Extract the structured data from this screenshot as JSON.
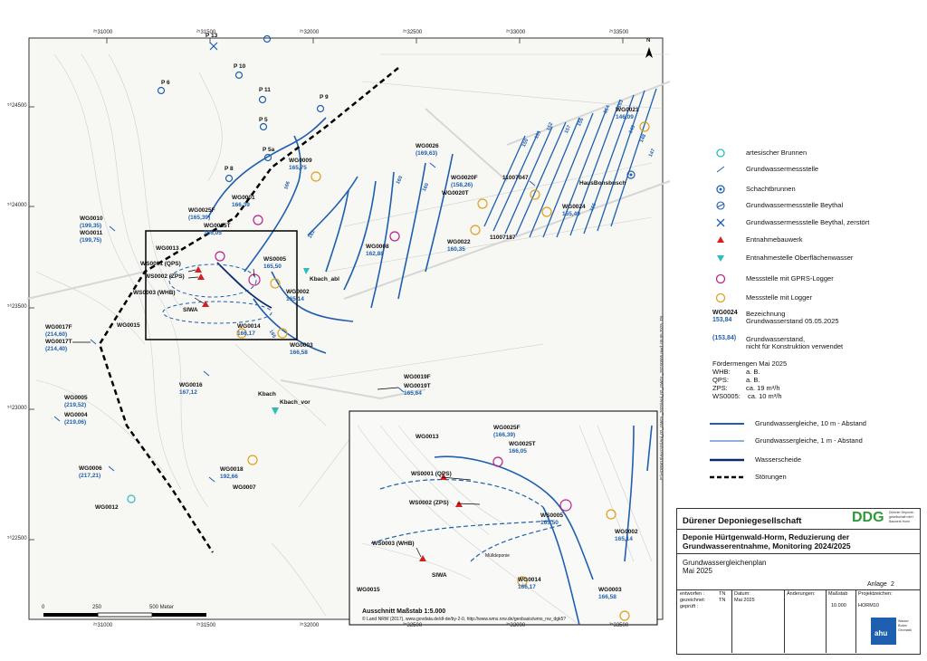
{
  "map": {
    "coords_x": [
      "²⁵31000",
      "²⁵31500",
      "²⁵32000",
      "²⁵32500",
      "²⁵33000",
      "²⁵33500"
    ],
    "coords_y": [
      "⁵⁶24500",
      "⁵⁶24000",
      "⁵⁶23500",
      "⁵⁶23000",
      "⁵⁶22500"
    ],
    "north": "N",
    "scale_labels": [
      "0",
      "250",
      "500 Meter"
    ],
    "wells": [
      {
        "name": "P 13"
      },
      {
        "name": "P 10"
      },
      {
        "name": "P 6"
      },
      {
        "name": "P 11"
      },
      {
        "name": "P 9"
      },
      {
        "name": "P 5"
      },
      {
        "name": "P 5a"
      },
      {
        "name": "P 8"
      },
      {
        "name": "WG0021",
        "value": "146,09"
      },
      {
        "name": "WG0026",
        "value": "(169,63)"
      },
      {
        "name": "WG0009",
        "value": "165,75"
      },
      {
        "name": "WG0020F",
        "value": "(158,26)"
      },
      {
        "name": "WG0020T",
        "value": ""
      },
      {
        "name": "11007047",
        "value": ""
      },
      {
        "name": "HausBonsbusch",
        "value": ""
      },
      {
        "name": "WG0024",
        "value": "155,49"
      },
      {
        "name": "WG0001",
        "value": "166,39"
      },
      {
        "name": "WG0025F",
        "value": "(165,39)"
      },
      {
        "name": "WG0025T",
        "value": "166,05"
      },
      {
        "name": "WG0010",
        "value": "(199,35)"
      },
      {
        "name": "WG0011",
        "value": "(199,75)"
      },
      {
        "name": "WG0013",
        "value": ""
      },
      {
        "name": "WG0008",
        "value": "162,88"
      },
      {
        "name": "WG0022",
        "value": "160,35"
      },
      {
        "name": "11007187",
        "value": ""
      },
      {
        "name": "WS0001 (QPS)",
        "value": ""
      },
      {
        "name": "WS0005",
        "value": "165,50"
      },
      {
        "name": "WS0002 (ZPS)",
        "value": ""
      },
      {
        "name": "Kbach_abl",
        "value": ""
      },
      {
        "name": "WG0002",
        "value": "165,14"
      },
      {
        "name": "WS0003 (WHB)",
        "value": ""
      },
      {
        "name": "SIWA",
        "value": ""
      },
      {
        "name": "WG0015",
        "value": ""
      },
      {
        "name": "WG0014",
        "value": "166,17"
      },
      {
        "name": "WG0017F",
        "value": "(214,60)"
      },
      {
        "name": "WG0017T",
        "value": "(214,40)"
      },
      {
        "name": "WG0003",
        "value": "166,58"
      },
      {
        "name": "WG0016",
        "value": "167,12"
      },
      {
        "name": "WG0019F",
        "value": ""
      },
      {
        "name": "WG0019T",
        "value": "165,64"
      },
      {
        "name": "Kbach",
        "value": ""
      },
      {
        "name": "Kbach_vor",
        "value": ""
      },
      {
        "name": "WG0005",
        "value": "(219,52)"
      },
      {
        "name": "WG0004",
        "value": "(219,06)"
      },
      {
        "name": "WG0006",
        "value": "(217,21)"
      },
      {
        "name": "WG0018",
        "value": "192,66"
      },
      {
        "name": "WG0007",
        "value": ""
      },
      {
        "name": "WG0012",
        "value": ""
      }
    ],
    "contour_labels": [
      "166",
      "165",
      "161",
      "157",
      "156",
      "155",
      "154",
      "153",
      "152",
      "151",
      "150",
      "149",
      "148",
      "147",
      "160",
      "160"
    ],
    "inset": {
      "caption": "Ausschnitt Maßstab 1:5.000",
      "copyright": "© Land NRW (2017), www.govdata.de/dl-de/by-2-0, http://www.wms.nrw.de/geobasis/wms_nw_dgk5?",
      "labels": [
        {
          "name": "WG0025F",
          "value": "(166,39)"
        },
        {
          "name": "WG0025T",
          "value": "166,05"
        },
        {
          "name": "WG0013",
          "value": ""
        },
        {
          "name": "WS0001 (QPS)",
          "value": ""
        },
        {
          "name": "WS0002 (ZPS)",
          "value": ""
        },
        {
          "name": "WS0005",
          "value": "165,50"
        },
        {
          "name": "WG0002",
          "value": "165,14"
        },
        {
          "name": "WS0003 (WHB)",
          "value": ""
        },
        {
          "name": "SIWA",
          "value": ""
        },
        {
          "name": "WG0014",
          "value": "166,17"
        },
        {
          "name": "WG0003",
          "value": "166,58"
        },
        {
          "name": "WG0015",
          "value": ""
        },
        {
          "name": "Mülldeponie",
          "value": ""
        }
      ]
    }
  },
  "legend": {
    "items": [
      {
        "symbol": "circle-cyan",
        "label": "artesischer Brunnen"
      },
      {
        "symbol": "line-blue-thin",
        "label": "Grundwassermessstelle"
      },
      {
        "symbol": "circle-dot-blue",
        "label": "Schachtbrunnen"
      },
      {
        "symbol": "circle-line-blue",
        "label": "Grundwassermessstelle Beythal"
      },
      {
        "symbol": "x-blue",
        "label": "Grundwassermessstelle Beythal, zerstört"
      },
      {
        "symbol": "triangle-red",
        "label": "Entnahmebauwerk"
      },
      {
        "symbol": "triangle-cyan",
        "label": "Entnahmestelle Oberflächenwasser"
      },
      {
        "symbol": "circle-magenta",
        "label": "Messstelle mit GPRS-Logger"
      },
      {
        "symbol": "circle-orange",
        "label": "Messstelle mit Logger"
      }
    ],
    "sample_name": "WG0024",
    "sample_value": "153,84",
    "sample_desc": [
      "Bezeichnung",
      "Grundwasserstand 05.05.2025"
    ],
    "sample_value_paren": "(153,84)",
    "sample_paren_desc": [
      "Grundwasserstand,",
      "nicht für Konstruktion verwendet"
    ],
    "foerder_title": "Fördermengen Mai 2025",
    "foerder": [
      {
        "key": "WHB:",
        "value": "a. B."
      },
      {
        "key": "QPS:",
        "value": "a. B."
      },
      {
        "key": "ZPS:",
        "value": "ca. 19 m³/h"
      },
      {
        "key": "WS0005:",
        "value": "ca. 10 m³/h"
      }
    ],
    "lines": [
      {
        "label": "Grundwassergleiche, 10 m - Abstand"
      },
      {
        "label": "Grundwassergleiche, 1 m - Abstand"
      },
      {
        "label": "Wasserscheide"
      },
      {
        "label": "Störungen"
      }
    ],
    "colors": {
      "contour": "#1f5fb0",
      "divide": "#0b2b6b",
      "fault": "#000000",
      "cyan": "#2bbcc0",
      "magenta": "#c0208c",
      "orange": "#e0a020",
      "red": "#d42020"
    }
  },
  "titleblock": {
    "company": "Dürener Deponiegesellschaft",
    "logo": "DDG",
    "logo_sub": [
      "Dürener Deponie-",
      "gesellschaft mbH",
      "Bauwerk Horm"
    ],
    "project": [
      "Deponie Hürtgenwald-Horm, Reduzierung der",
      "Grundwasserentnahme, Monitoring 2024/2025"
    ],
    "plan_title": [
      "Grundwassergleichenplan",
      "Mai 2025"
    ],
    "anlage_label": "Anlage",
    "anlage_value": "2",
    "row_labels": [
      "entworfen :",
      "gezeichnet:",
      "geprüft    :"
    ],
    "row_values": [
      "TN",
      "TN",
      ""
    ],
    "datum_label": "Datum:",
    "datum_value": "Mai 2025",
    "aenderungen_label": "Änderungen:",
    "massstab_label": "Maßstab",
    "massstab_value": "10.000",
    "projekt_label": "Projektzeichen:",
    "projekt_value": "HORM10",
    "ahu_logo": "ahu",
    "ahu_sub": [
      "Wasser",
      "Boden",
      "Geomatik"
    ]
  },
  "sidetext": "P:\\HORM10\\ArcGIS\\Anl_02_GWGL_2025\\Anl_02_GWGL_20250505.mxd, 05.05.2025, TN"
}
